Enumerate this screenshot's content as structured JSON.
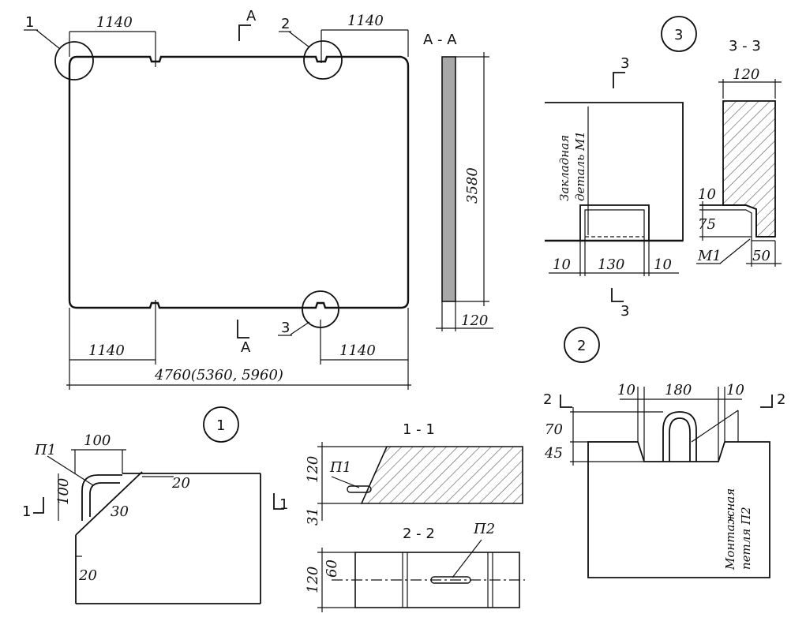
{
  "plan": {
    "dim_top_left": "1140",
    "dim_top_right": "1140",
    "dim_bottom_left": "1140",
    "dim_bottom_right": "1140",
    "dim_total": "4760(5360, 5960)",
    "callout_1": "1",
    "callout_2": "2",
    "callout_3": "3",
    "cut_a_top": "A",
    "cut_a_bottom": "A"
  },
  "section_aa": {
    "title": "A - A",
    "height": "3580",
    "thickness": "120"
  },
  "detail_3": {
    "number": "3",
    "cut_top": "3",
    "cut_bottom": "3",
    "note_line1": "Закладная",
    "note_line2": "деталь М1",
    "dim_left": "10",
    "dim_mid": "130",
    "dim_right": "10"
  },
  "section_33": {
    "title": "3 - 3",
    "width": "120",
    "dim_10": "10",
    "dim_75": "75",
    "dim_50": "50",
    "part": "М1"
  },
  "detail_1": {
    "number": "1",
    "part": "П1",
    "dim_100_h": "100",
    "dim_100_v": "100",
    "dim_20_a": "20",
    "dim_30": "30",
    "dim_20_b": "20",
    "cut_left": "1",
    "cut_right": "1"
  },
  "section_11": {
    "title": "1 - 1",
    "part": "П1",
    "dim_120": "120",
    "dim_31": "31"
  },
  "section_22": {
    "title": "2 - 2",
    "part": "П2",
    "dim_60": "60",
    "dim_120": "120"
  },
  "detail_2": {
    "number": "2",
    "cut_left": "2",
    "cut_right": "2",
    "dim_10_left": "10",
    "dim_180": "180",
    "dim_10_right": "10",
    "dim_70": "70",
    "dim_45": "45",
    "note_line1": "Монтажная",
    "note_line2": "петля П2"
  }
}
